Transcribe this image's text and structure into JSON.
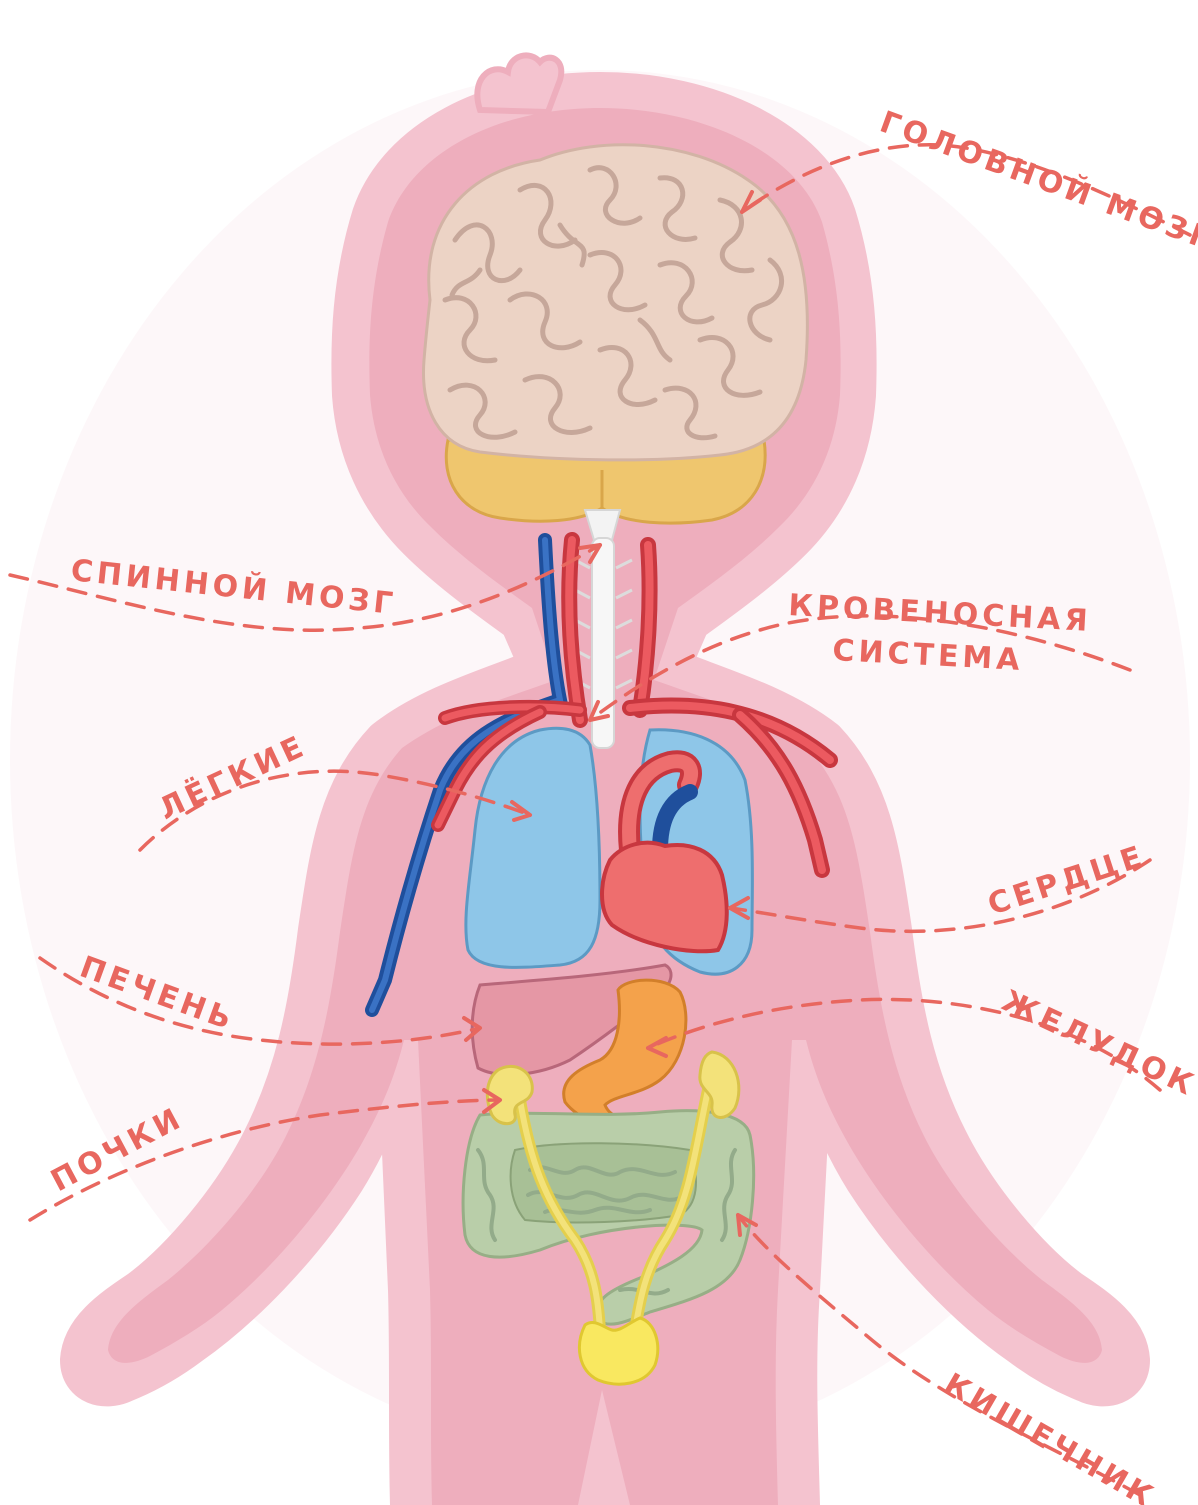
{
  "labels": {
    "brain": "ГОЛОВНОЙ МОЗГ",
    "spinal_cord": "СПИННОЙ МОЗГ",
    "circulatory_line1": "КРОВЕНОСНАЯ",
    "circulatory_line2": "СИСТЕМА",
    "lungs": "ЛЁГКИЕ",
    "heart": "СЕРДЦЕ",
    "liver": "ПЕЧЕНЬ",
    "stomach": "ЖЕЛУДОК",
    "kidneys": "ПОЧКИ",
    "intestines": "КИШЕЧНИК"
  },
  "colors": {
    "label": "#e8675f",
    "body_outer": "#f4c3cf",
    "body_inner": "#eeaebd",
    "brain": "#ecd3c5",
    "cerebellum": "#efc66e",
    "lungs": "#8ec6e8",
    "heart": "#ee6e6e",
    "artery": "#ec5a60",
    "vein": "#2e63b2",
    "liver": "#e597a5",
    "stomach": "#f4a24b",
    "intestines": "#b9cea9",
    "kidneys": "#f3e27a",
    "bladder": "#f9e860"
  }
}
